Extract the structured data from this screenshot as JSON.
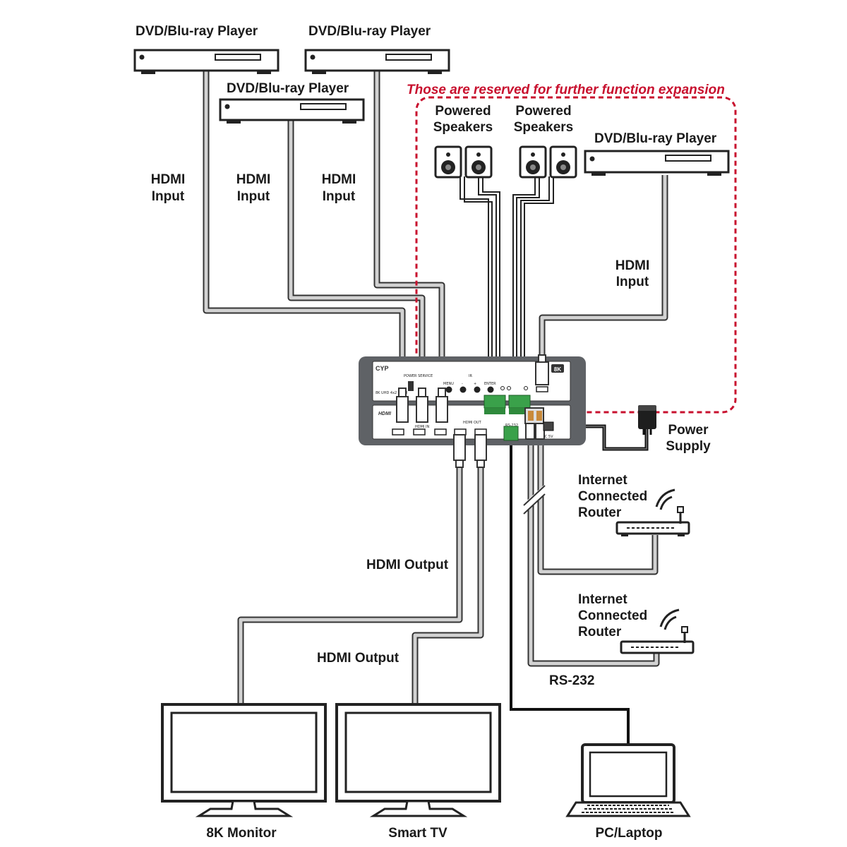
{
  "colors": {
    "accent": "#c8102e",
    "device_body": "#5f6266",
    "cable_outline": "#333333",
    "cable_fill": "#d2d2d2",
    "terminal_green": "#3aa14a"
  },
  "labels": {
    "dvd_1": "DVD/Blu-ray Player",
    "dvd_2": "DVD/Blu-ray Player",
    "dvd_3": "DVD/Blu-ray Player",
    "dvd_4": "DVD/Blu-ray Player",
    "hdmi_input_1": [
      "HDMI",
      "Input"
    ],
    "hdmi_input_2": [
      "HDMI",
      "Input"
    ],
    "hdmi_input_3": [
      "HDMI",
      "Input"
    ],
    "hdmi_input_4": [
      "HDMI",
      "Input"
    ],
    "reserved_note": "Those are reserved for further function expansion",
    "speakers_1": [
      "Powered",
      "Speakers"
    ],
    "speakers_2": [
      "Powered",
      "Speakers"
    ],
    "power_supply": [
      "Power",
      "Supply"
    ],
    "router_1": [
      "Internet",
      "Connected",
      "Router"
    ],
    "router_2": [
      "Internet",
      "Connected",
      "Router"
    ],
    "hdmi_output_1": "HDMI Output",
    "hdmi_output_2": "HDMI Output",
    "rs232": "RS-232",
    "monitor_8k": "8K Monitor",
    "smart_tv": "Smart TV",
    "pc_laptop": "PC/Laptop"
  },
  "device": {
    "brand": "CYP",
    "badge": "8K",
    "panel_top_title": "POWER SERVICE",
    "panel_top_model": "8K UHD 4x2 HDMI",
    "panel_top_ir": "IR",
    "panel_top_menu": "MENU",
    "panel_top_minus": "-",
    "panel_top_plus": "+",
    "panel_top_enter": "ENTER",
    "panel_bottom_logo": "HDMI",
    "panel_bottom_hdmi_in": "HDMI IN",
    "panel_bottom_hdmi_out": "HDMI OUT",
    "panel_bottom_rs232": "RS-232",
    "panel_bottom_dc": "DC 5V"
  }
}
